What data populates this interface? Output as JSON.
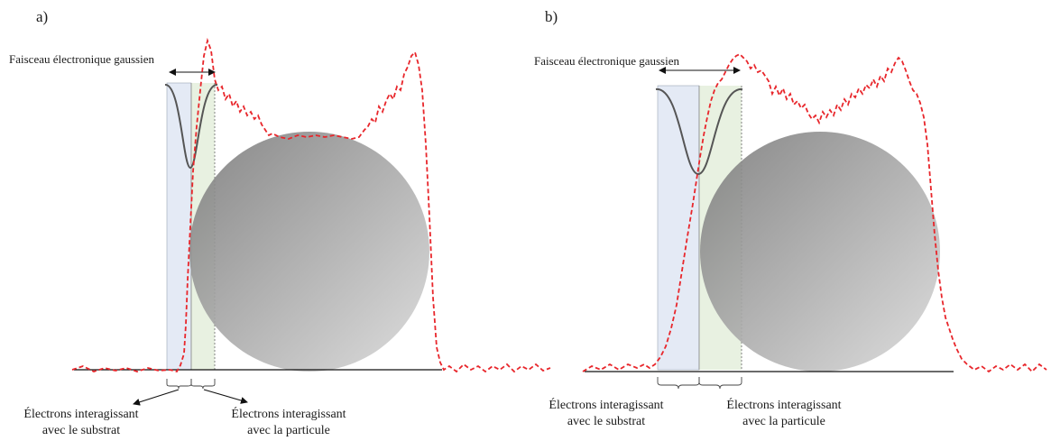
{
  "panels": {
    "a": {
      "panel_label": "a)",
      "beam_label": "Faisceau électronique gaussien",
      "substrate_label_line1": "Électrons interagissant",
      "substrate_label_line2": "avec le substrat",
      "particle_label_line1": "Électrons interagissant",
      "particle_label_line2": "avec la particule"
    },
    "b": {
      "panel_label": "b)",
      "beam_label": "Faisceau électronique gaussien",
      "substrate_label_line1": "Électrons interagissant",
      "substrate_label_line2": "avec le substrat",
      "particle_label_line1": "Électrons interagissant",
      "particle_label_line2": "avec la particule"
    }
  },
  "colors": {
    "signal_profile": "#e8262b",
    "substrate_zone": "#dfe6f3",
    "particle_zone": "#e4efdc",
    "beam_curve": "#555555",
    "particle_dark": "#7a7a7a",
    "particle_light": "#dadada",
    "baseline": "#111111"
  }
}
